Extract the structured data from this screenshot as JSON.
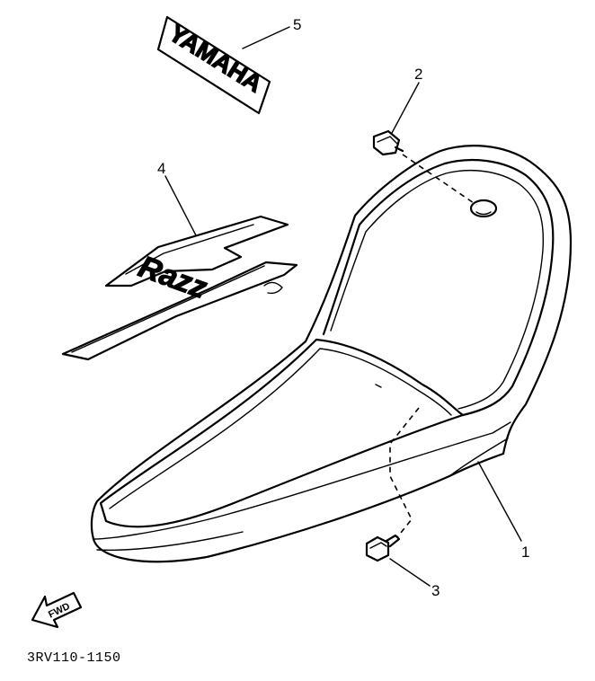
{
  "diagram": {
    "callouts": [
      {
        "id": "1",
        "label": "1"
      },
      {
        "id": "2",
        "label": "2"
      },
      {
        "id": "3",
        "label": "3"
      },
      {
        "id": "4",
        "label": "4"
      },
      {
        "id": "5",
        "label": "5"
      }
    ],
    "decal_text": "YAMAHA",
    "stripe_logo_text": "Razz",
    "fwd_label": "FWD",
    "drawing_code": "3RV110-1150"
  }
}
